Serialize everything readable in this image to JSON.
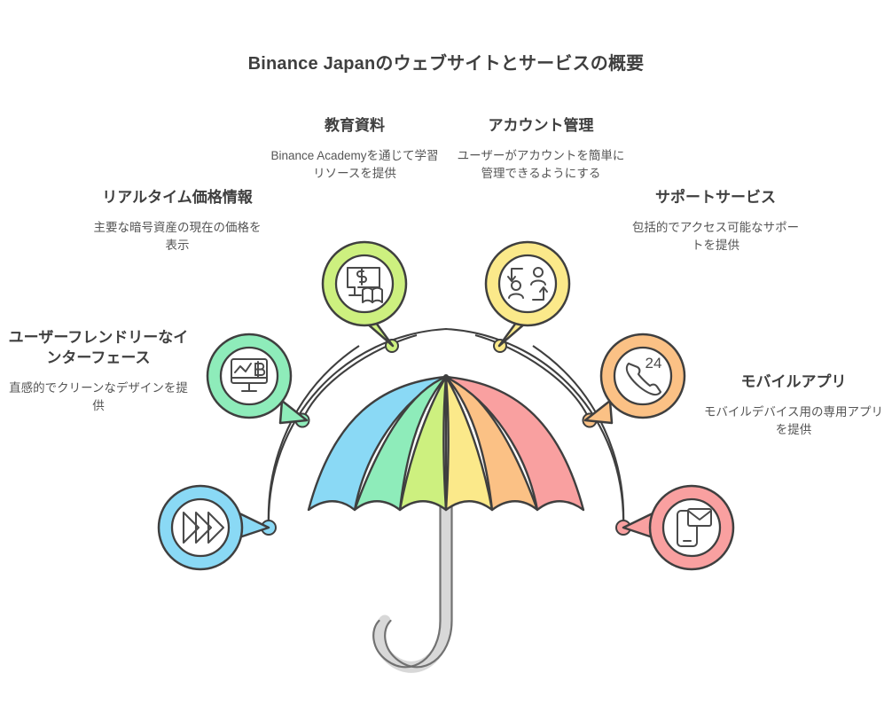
{
  "title": "Binance Japanのウェブサイトとサービスの概要",
  "theme": {
    "text_dark": "#3f3f3f",
    "text_body": "#555555",
    "outline": "#3f3f3f",
    "handle": "#d8d8d8",
    "background": "#ffffff"
  },
  "umbrella": {
    "panels": [
      {
        "name": "panel-blue",
        "color": "#8ad9f5"
      },
      {
        "name": "panel-mint",
        "color": "#8eecba"
      },
      {
        "name": "panel-lime",
        "color": "#cdf07f"
      },
      {
        "name": "panel-yellow",
        "color": "#fbe98a"
      },
      {
        "name": "panel-orange",
        "color": "#fbc185"
      },
      {
        "name": "panel-pink",
        "color": "#f9a0a0"
      }
    ],
    "handle_color": "#d8d8d8"
  },
  "features": [
    {
      "id": "ui",
      "title": "ユーザーフレンドリーなインターフェース",
      "desc": "直感的でクリーンなデザインを提供",
      "icon": "monitor-chart-bitcoin-icon",
      "color": "#8eecba",
      "dot_color": "#8eecba"
    },
    {
      "id": "realtime",
      "title": "リアルタイム価格情報",
      "desc": "主要な暗号資産の現在の価格を表示",
      "icon": "fast-forward-chevrons-icon",
      "color": "#8ad9f5",
      "dot_color": "#8ad9f5"
    },
    {
      "id": "education",
      "title": "教育資料",
      "desc": "Binance Academyを通じて学習リソースを提供",
      "icon": "monitor-dollar-book-icon",
      "color": "#cdf07f",
      "dot_color": "#cdf07f"
    },
    {
      "id": "account",
      "title": "アカウント管理",
      "desc": "ユーザーがアカウントを簡単に管理できるようにする",
      "icon": "users-swap-arrows-icon",
      "color": "#fbe98a",
      "dot_color": "#fbe98a"
    },
    {
      "id": "support",
      "title": "サポートサービス",
      "desc": "包括的でアクセス可能なサポートを提供",
      "icon": "phone-24-icon",
      "color": "#fbc185",
      "dot_color": "#fbc185"
    },
    {
      "id": "mobile",
      "title": "モバイルアプリ",
      "desc": "モバイルデバイス用の専用アプリを提供",
      "icon": "phone-envelope-icon",
      "color": "#f9a0a0",
      "dot_color": "#f9a0a0"
    }
  ],
  "icon_labels": {
    "support_number": "24",
    "education_currency": "$",
    "ui_currency": "₿"
  }
}
